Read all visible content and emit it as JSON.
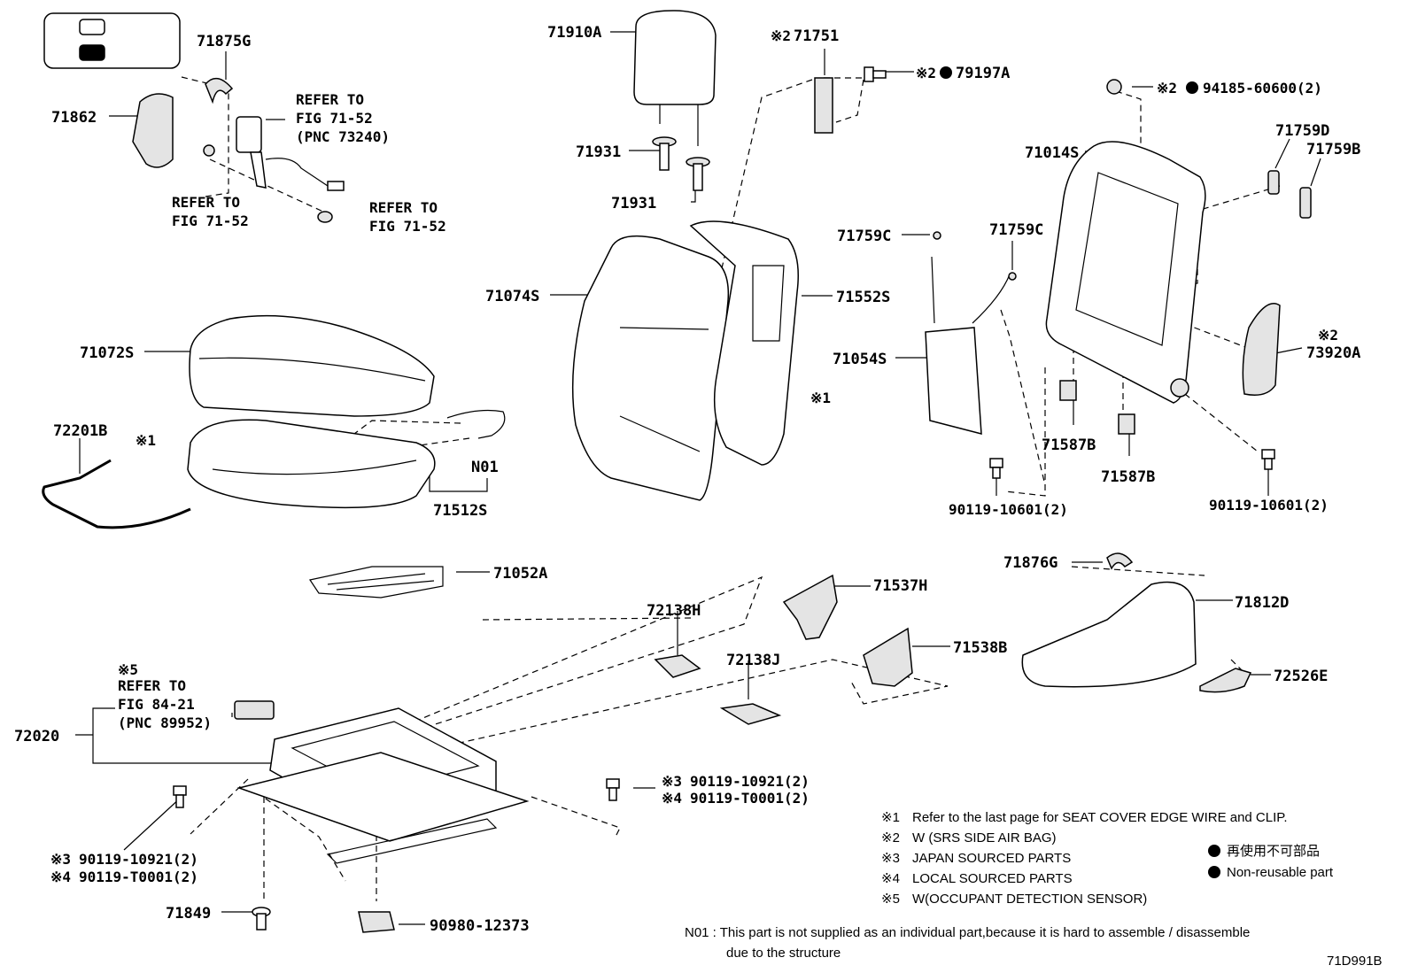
{
  "diagram_id": "71D991B",
  "parts": {
    "p71875G": "71875G",
    "p71862": "71862",
    "p71910A": "71910A",
    "p71751": "71751",
    "p79197A": "79197A",
    "p94185": "94185-60600(2)",
    "p71931a": "71931",
    "p71931b": "71931",
    "p71014S": "71014S",
    "p71759D": "71759D",
    "p71759B": "71759B",
    "p71759Ca": "71759C",
    "p71759Cb": "71759C",
    "p71074S": "71074S",
    "p71552S": "71552S",
    "p71072S": "71072S",
    "p71054S": "71054S",
    "p73920A": "73920A",
    "p72201B": "72201B",
    "pN01": "N01",
    "p71512S": "71512S",
    "p71587Ba": "71587B",
    "p71587Bb": "71587B",
    "p90119_10601a": "90119-10601(2)",
    "p90119_10601b": "90119-10601(2)",
    "p71052A": "71052A",
    "p71876G": "71876G",
    "p71812D": "71812D",
    "p71537H": "71537H",
    "p72138H": "72138H",
    "p71538B": "71538B",
    "p72526E": "72526E",
    "p72138J": "72138J",
    "p72020": "72020",
    "p90119_10921a": "90119-10921(2)",
    "p90119_T0001a": "90119-T0001(2)",
    "p90119_10921b": "90119-10921(2)",
    "p90119_T0001b": "90119-T0001(2)",
    "p71849": "71849",
    "p90980": "90980-12373"
  },
  "marks": {
    "m1a": "※1",
    "m1b": "※1",
    "m2a": "※2",
    "m2b": "※2",
    "m2c": "※2",
    "m2d": "※2",
    "m3a": "※3",
    "m3b": "※3",
    "m4a": "※4",
    "m4b": "※4",
    "m5": "※5"
  },
  "refers": {
    "r1_l1": "REFER TO",
    "r1_l2": "FIG 71-52",
    "r1_l3": "(PNC 73240)",
    "r2_l1": "REFER TO",
    "r2_l2": "FIG 71-52",
    "r3_l1": "REFER TO",
    "r3_l2": "FIG 71-52",
    "r4_l1": "REFER TO",
    "r4_l2": "FIG 84-21",
    "r4_l3": "(PNC 89952)"
  },
  "legend": {
    "n1_mark": "※1",
    "n1_text": "Refer to the last page for SEAT COVER EDGE WIRE and CLIP.",
    "n2_mark": "※2",
    "n2_text": "W (SRS SIDE AIR BAG)",
    "n3_mark": "※3",
    "n3_text": "JAPAN SOURCED PARTS",
    "n4_mark": "※4",
    "n4_text": "LOCAL SOURCED PARTS",
    "n5_mark": "※5",
    "n5_text": "W(OCCUPANT DETECTION SENSOR)",
    "dot_jp": "再使用不可部品",
    "dot_en": "Non-reusable part",
    "n01_line1": "N01 : This part is not supplied as an individual part,because it is hard to assemble / disassemble",
    "n01_line2": "due to the structure"
  },
  "colors": {
    "line": "#000000",
    "background": "#ffffff",
    "shade": "#e4e4e4"
  }
}
